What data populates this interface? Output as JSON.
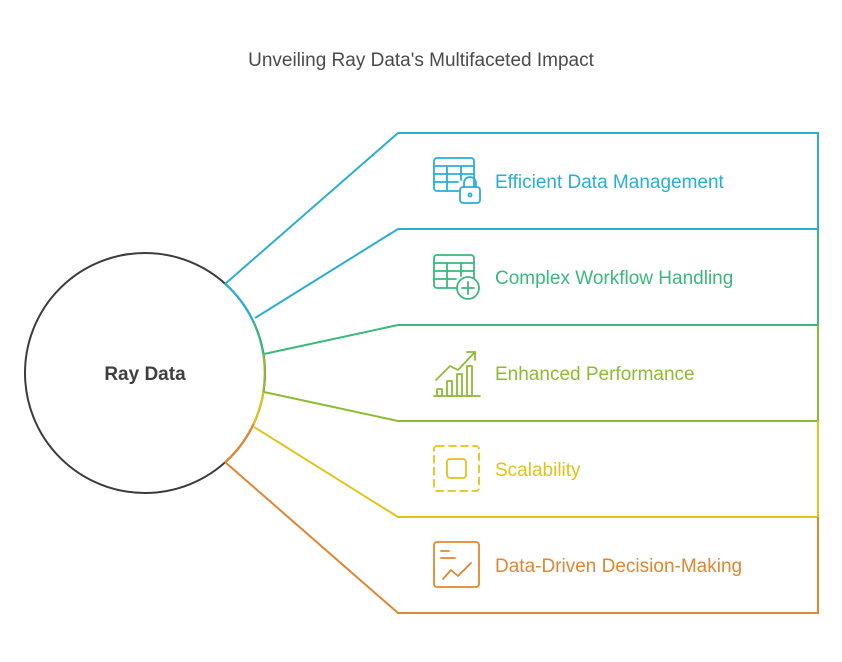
{
  "title": "Unveiling Ray Data's Multifaceted Impact",
  "center": {
    "label": "Ray Data"
  },
  "items": [
    {
      "label": "Efficient Data Management",
      "icon": "table-lock-icon",
      "color": "#29aed6"
    },
    {
      "label": "Complex Workflow Handling",
      "icon": "table-plus-icon",
      "color": "#3bb87a"
    },
    {
      "label": "Enhanced Performance",
      "icon": "growth-chart-icon",
      "color": "#8cbc32"
    },
    {
      "label": "Scalability",
      "icon": "scale-square-icon",
      "color": "#e2c318"
    },
    {
      "label": "Data-Driven Decision-Making",
      "icon": "report-chart-icon",
      "color": "#e08631"
    }
  ]
}
